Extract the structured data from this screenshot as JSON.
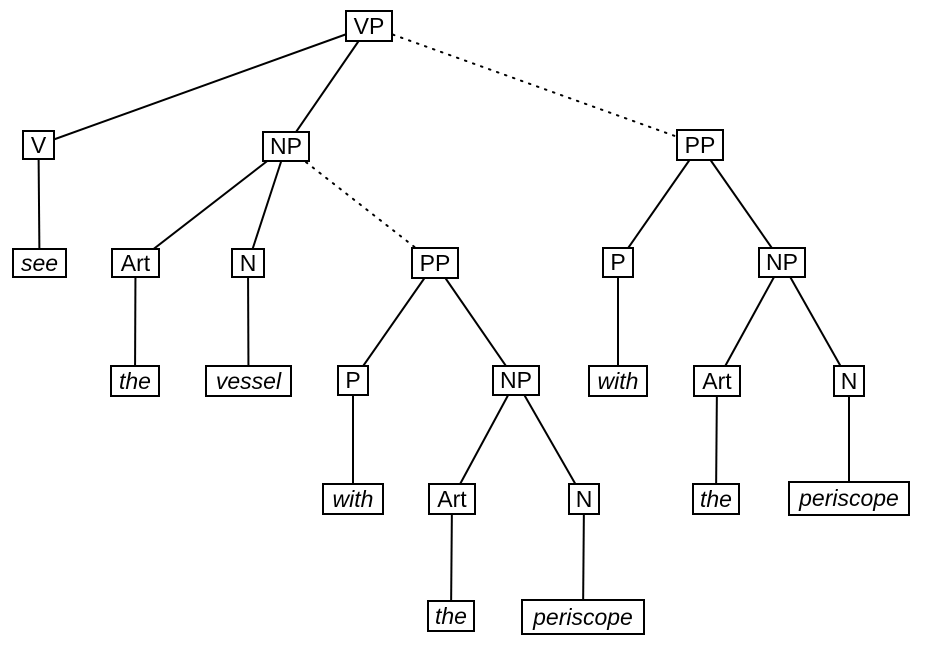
{
  "diagram": {
    "kind": "syntax-parse-tree",
    "colors": {
      "background": "#ffffff",
      "box_border": "#000000",
      "line": "#000000",
      "text": "#000000"
    },
    "nodes": [
      {
        "id": "vp",
        "label": "VP",
        "type": "phrase"
      },
      {
        "id": "v",
        "label": "V",
        "type": "phrase"
      },
      {
        "id": "np-object",
        "label": "NP",
        "type": "phrase"
      },
      {
        "id": "pp-right",
        "label": "PP",
        "type": "phrase"
      },
      {
        "id": "see",
        "label": "see",
        "type": "word"
      },
      {
        "id": "art-object",
        "label": "Art",
        "type": "phrase"
      },
      {
        "id": "n-object",
        "label": "N",
        "type": "phrase"
      },
      {
        "id": "pp-middle",
        "label": "PP",
        "type": "phrase"
      },
      {
        "id": "p-right",
        "label": "P",
        "type": "phrase"
      },
      {
        "id": "np-right",
        "label": "NP",
        "type": "phrase"
      },
      {
        "id": "the-object",
        "label": "the",
        "type": "word"
      },
      {
        "id": "vessel",
        "label": "vessel",
        "type": "word"
      },
      {
        "id": "p-middle",
        "label": "P",
        "type": "phrase"
      },
      {
        "id": "np-middle",
        "label": "NP",
        "type": "phrase"
      },
      {
        "id": "with-right",
        "label": "with",
        "type": "word"
      },
      {
        "id": "art-right",
        "label": "Art",
        "type": "phrase"
      },
      {
        "id": "n-right",
        "label": "N",
        "type": "phrase"
      },
      {
        "id": "with-middle",
        "label": "with",
        "type": "word"
      },
      {
        "id": "art-middle",
        "label": "Art",
        "type": "phrase"
      },
      {
        "id": "n-middle",
        "label": "N",
        "type": "phrase"
      },
      {
        "id": "the-right",
        "label": "the",
        "type": "word"
      },
      {
        "id": "periscope-right",
        "label": "periscope",
        "type": "word"
      },
      {
        "id": "the-middle",
        "label": "the",
        "type": "word"
      },
      {
        "id": "periscope-middle",
        "label": "periscope",
        "type": "word"
      }
    ],
    "edges": [
      {
        "from": "vp",
        "to": "v",
        "style": "solid"
      },
      {
        "from": "vp",
        "to": "np-object",
        "style": "solid"
      },
      {
        "from": "vp",
        "to": "pp-right",
        "style": "dotted"
      },
      {
        "from": "v",
        "to": "see",
        "style": "solid"
      },
      {
        "from": "np-object",
        "to": "art-object",
        "style": "solid"
      },
      {
        "from": "np-object",
        "to": "n-object",
        "style": "solid"
      },
      {
        "from": "np-object",
        "to": "pp-middle",
        "style": "dotted"
      },
      {
        "from": "art-object",
        "to": "the-object",
        "style": "solid"
      },
      {
        "from": "n-object",
        "to": "vessel",
        "style": "solid"
      },
      {
        "from": "pp-middle",
        "to": "p-middle",
        "style": "solid"
      },
      {
        "from": "pp-middle",
        "to": "np-middle",
        "style": "solid"
      },
      {
        "from": "p-middle",
        "to": "with-middle",
        "style": "solid"
      },
      {
        "from": "np-middle",
        "to": "art-middle",
        "style": "solid"
      },
      {
        "from": "np-middle",
        "to": "n-middle",
        "style": "solid"
      },
      {
        "from": "art-middle",
        "to": "the-middle",
        "style": "solid"
      },
      {
        "from": "n-middle",
        "to": "periscope-middle",
        "style": "solid"
      },
      {
        "from": "pp-right",
        "to": "p-right",
        "style": "solid"
      },
      {
        "from": "pp-right",
        "to": "np-right",
        "style": "solid"
      },
      {
        "from": "p-right",
        "to": "with-right",
        "style": "solid"
      },
      {
        "from": "np-right",
        "to": "art-right",
        "style": "solid"
      },
      {
        "from": "np-right",
        "to": "n-right",
        "style": "solid"
      },
      {
        "from": "art-right",
        "to": "the-right",
        "style": "solid"
      },
      {
        "from": "n-right",
        "to": "periscope-right",
        "style": "solid"
      }
    ]
  }
}
